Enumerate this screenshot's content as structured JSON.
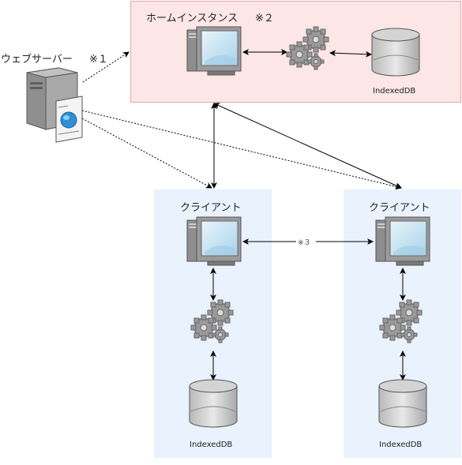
{
  "web_server": {
    "label": "ウェブサーバー",
    "note": "※１"
  },
  "home_instance": {
    "label": "ホームインスタンス",
    "note": "※２",
    "db_label": "IndexedDB"
  },
  "client_left": {
    "label": "クライアント",
    "db_label": "IndexedDB"
  },
  "client_right": {
    "label": "クライアント",
    "db_label": "IndexedDB"
  },
  "p2p_note": "※３",
  "colors": {
    "home_fill": "#fde6e6",
    "home_border": "#e9a7a7",
    "client_fill": "#eaf2fd",
    "edge": "#000000"
  },
  "icons": [
    "server-icon",
    "monitor-icon",
    "gears-icon",
    "database-icon"
  ]
}
